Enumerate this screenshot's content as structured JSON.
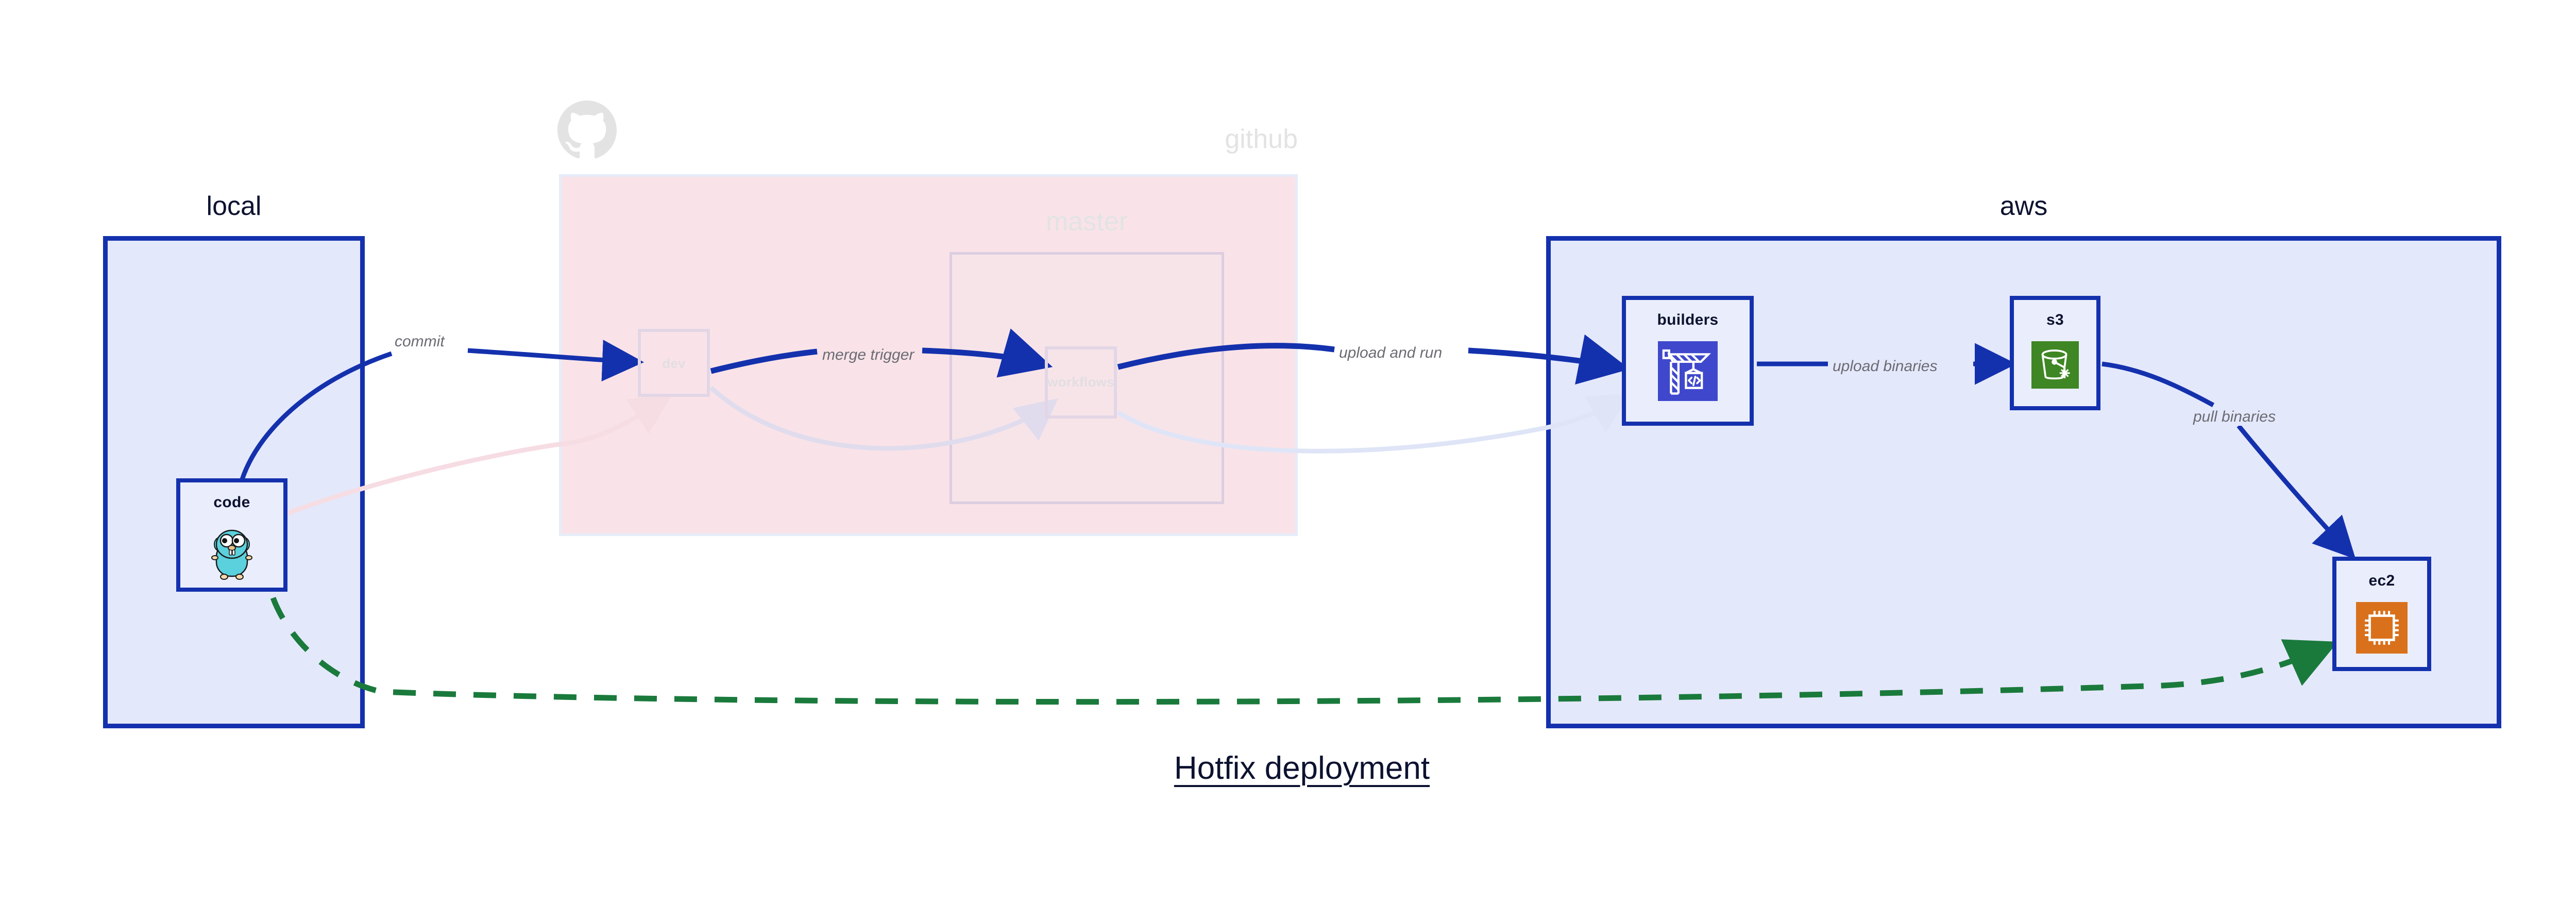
{
  "diagram": {
    "title": "Hotfix deployment",
    "type": "architecture-flow"
  },
  "groups": [
    {
      "id": "local",
      "label": "local",
      "state": "active",
      "border_color": "#1431ad",
      "fill": "#e4e8fb"
    },
    {
      "id": "github",
      "label": "github",
      "state": "faded",
      "border_color": "#e6ecf9",
      "fill": "#f9e3e8"
    },
    {
      "id": "master",
      "label": "master",
      "state": "faded",
      "border_color": "#dccde0",
      "fill": "#f7e4e9"
    },
    {
      "id": "aws",
      "label": "aws",
      "state": "active",
      "border_color": "#1431ad",
      "fill": "#e4e8fb"
    }
  ],
  "nodes": [
    {
      "id": "code",
      "label": "code",
      "icon": "go-gopher-icon",
      "state": "active",
      "group": "local"
    },
    {
      "id": "dev",
      "label": "dev",
      "icon": "none",
      "state": "faded",
      "group": "github"
    },
    {
      "id": "workflows",
      "label": "workflows",
      "icon": "none",
      "state": "faded",
      "group": "master"
    },
    {
      "id": "builders",
      "label": "builders",
      "icon": "crane-code-icon",
      "state": "active",
      "group": "aws",
      "icon_color": "#3f48cc"
    },
    {
      "id": "s3",
      "label": "s3",
      "icon": "s3-bucket-icon",
      "state": "active",
      "group": "aws",
      "icon_color": "#3f8624"
    },
    {
      "id": "ec2",
      "label": "ec2",
      "icon": "cpu-chip-icon",
      "state": "active",
      "group": "aws",
      "icon_color": "#d9711c"
    }
  ],
  "edges": [
    {
      "id": "commit",
      "label": "commit",
      "from": "code",
      "to": "dev",
      "style": "solid",
      "color": "#1431ad",
      "state": "active"
    },
    {
      "id": "merge-trigger",
      "label": "merge trigger",
      "from": "dev",
      "to": "workflows",
      "style": "solid",
      "color": "#1431ad",
      "state": "active"
    },
    {
      "id": "upload-run",
      "label": "upload and run",
      "from": "workflows",
      "to": "builders",
      "style": "solid",
      "color": "#1431ad",
      "state": "active"
    },
    {
      "id": "upload-bin",
      "label": "upload binaries",
      "from": "builders",
      "to": "s3",
      "style": "solid",
      "color": "#1431ad",
      "state": "active"
    },
    {
      "id": "pull-bin",
      "label": "pull binaries",
      "from": "s3",
      "to": "ec2",
      "style": "solid",
      "color": "#1431ad",
      "state": "active"
    },
    {
      "id": "hotfix",
      "label": "",
      "from": "code",
      "to": "ec2",
      "style": "dashed",
      "color": "#1a7a3c",
      "state": "active"
    },
    {
      "id": "ghost-a",
      "label": "",
      "from": "code",
      "to": "dev",
      "style": "solid",
      "color": "#f6dde3",
      "state": "faded"
    },
    {
      "id": "ghost-b",
      "label": "",
      "from": "dev",
      "to": "workflows",
      "style": "solid",
      "color": "#e0dced",
      "state": "faded"
    },
    {
      "id": "ghost-c",
      "label": "",
      "from": "workflows",
      "to": "builders",
      "style": "solid",
      "color": "#dfe5f7",
      "state": "faded"
    }
  ],
  "colors": {
    "accent_blue": "#1431ad",
    "group_blue_fill": "#e4e8fb",
    "github_pink_fill": "#f9e3e8",
    "green_dashed": "#1a7a3c",
    "aws_orange": "#d9711c",
    "aws_green": "#3f8624",
    "builder_indigo": "#3f48cc",
    "label_gray": "#6b6b73",
    "text_dark": "#0d1230"
  }
}
